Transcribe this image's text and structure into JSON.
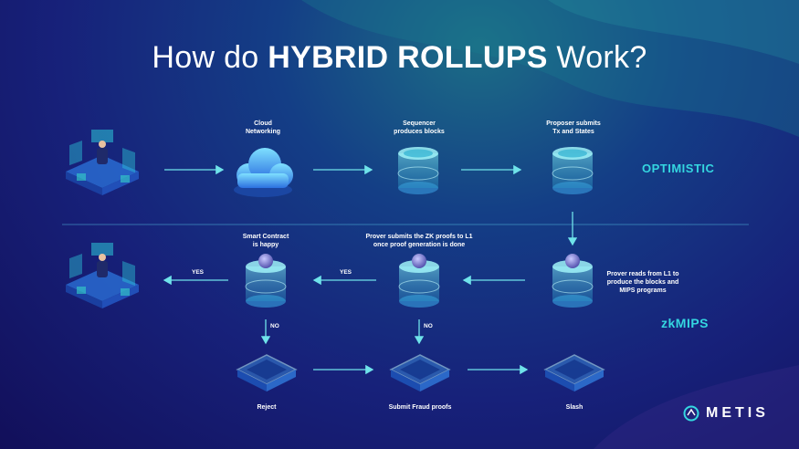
{
  "title": {
    "prefix": "How do ",
    "bold": "HYBRID ROLLUPS",
    "suffix": " Work?"
  },
  "top_row": {
    "cloud": "Cloud\nNetworking",
    "sequencer": "Sequencer\nproduces blocks",
    "proposer": "Proposer submits\nTx and States",
    "tag": "OPTIMISTIC"
  },
  "mid_row": {
    "smart_contract": "Smart Contract\nis happy",
    "prover_submit": "Prover submits the ZK proofs to L1\nonce proof generation is done",
    "prover_read": "Prover reads from L1 to\nproduce the blocks and\nMIPS programs",
    "yes_left": "YES",
    "yes_mid": "YES",
    "tag": "zkMIPS"
  },
  "bottom_row": {
    "no_left": "NO",
    "no_mid": "NO",
    "reject": "Reject",
    "fraud": "Submit Fraud proofs",
    "slash": "Slash"
  },
  "brand": {
    "name": "METIS"
  },
  "colors": {
    "accent": "#34d6e0",
    "arrow": "#6fe3ea"
  }
}
